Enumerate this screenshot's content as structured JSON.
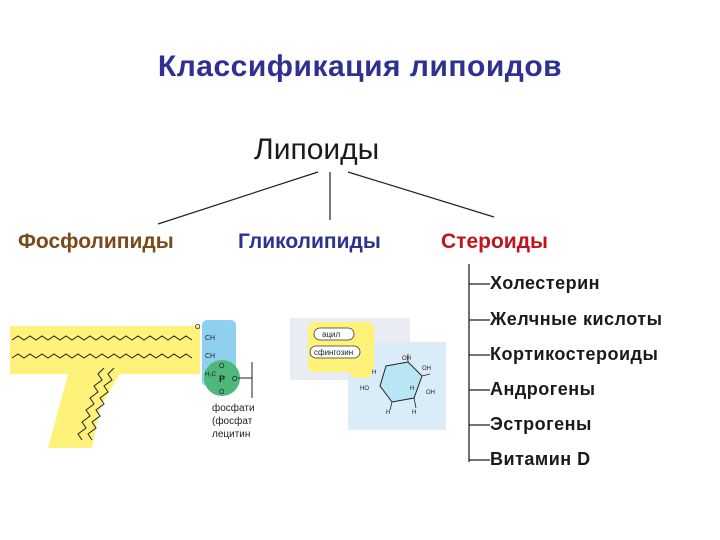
{
  "title": "Классификация  липоидов",
  "root": "Липоиды",
  "categories": {
    "phospholipids": "Фосфолипиды",
    "glycolipids": "Гликолипиды",
    "steroids": "Стероиды"
  },
  "steroids": [
    "Холестерин",
    "Желчные кислоты",
    "Кортикостероиды",
    "Андрогены",
    "Эстрогены",
    "Витамин D"
  ],
  "phospho_image": {
    "caption_1": "фосфати",
    "caption_2": "(фосфат",
    "caption_3": "лецитин",
    "atoms": {
      "o": "O",
      "ch2": "CH",
      "ch": "CH",
      "h2c": "H₂C",
      "p": "P",
      "o2": "O",
      "o3": "O",
      "o4": "O"
    }
  },
  "glyco_image": {
    "acyl": "ацил",
    "sphingosine": "сфингозин",
    "atoms": {
      "oh_1": "OH",
      "oh_2": "OH",
      "oh_3": "OH",
      "h_1": "H",
      "h_2": "H",
      "ho": "HO",
      "h_3": "H",
      "h_4": "H"
    }
  },
  "colors": {
    "title": "#2e3192",
    "phospholipids": "#7a4a1a",
    "glycolipids": "#2e3192",
    "steroids": "#c0141c",
    "highlight_yellow": "#fff27a",
    "highlight_blue": "#8fd0ee",
    "highlight_green": "#4db87a"
  }
}
